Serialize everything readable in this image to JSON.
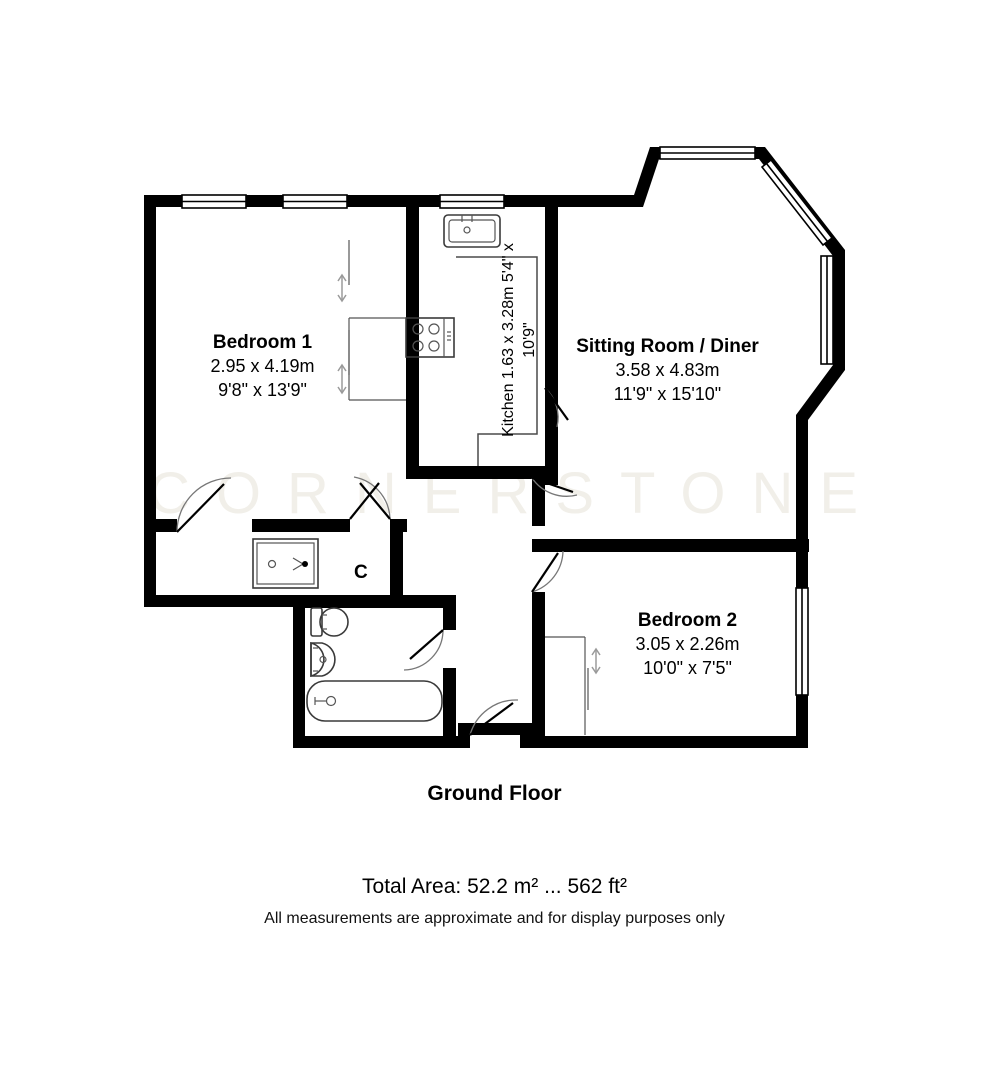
{
  "document": {
    "type": "floor-plan",
    "floor_title": "Ground Floor",
    "total_area": "Total Area: 52.2 m² ... 562 ft²",
    "disclaimer": "All measurements are approximate and for display purposes only",
    "watermark": "CORNERSTONE"
  },
  "colors": {
    "wall": "#000000",
    "background": "#ffffff",
    "fixture_stroke": "#3a3a3a",
    "door_arc": "#777777",
    "watermark": "#f1efe9",
    "arrow": "#9a9a9a"
  },
  "rooms": [
    {
      "id": "bedroom-1",
      "name": "Bedroom 1",
      "dim_metric": "2.95 x 4.19m",
      "dim_imperial": "9'8\" x 13'9\"",
      "orientation": "horizontal"
    },
    {
      "id": "kitchen",
      "name": "Kitchen",
      "dim_metric": "1.63 x 3.28m",
      "dim_imperial": "5'4\" x 10'9\"",
      "orientation": "vertical"
    },
    {
      "id": "sitting-room-diner",
      "name": "Sitting Room / Diner",
      "dim_metric": "3.58 x 4.83m",
      "dim_imperial": "11'9\" x 15'10\"",
      "orientation": "horizontal"
    },
    {
      "id": "bedroom-2",
      "name": "Bedroom 2",
      "dim_metric": "3.05 x 2.26m",
      "dim_imperial": "10'0\" x 7'5\"",
      "orientation": "horizontal"
    }
  ],
  "annotations": [
    {
      "id": "cupboard",
      "label": "C",
      "meaning": "cupboard"
    }
  ],
  "fixtures": [
    {
      "id": "kitchen-sink",
      "name": "sink"
    },
    {
      "id": "kitchen-hob",
      "name": "hob"
    },
    {
      "id": "kitchen-worktop",
      "name": "worktop"
    },
    {
      "id": "shower-cubicle",
      "name": "shower"
    },
    {
      "id": "wc-toilet",
      "name": "toilet"
    },
    {
      "id": "wash-basin",
      "name": "basin"
    },
    {
      "id": "bath-tub",
      "name": "bath"
    }
  ]
}
